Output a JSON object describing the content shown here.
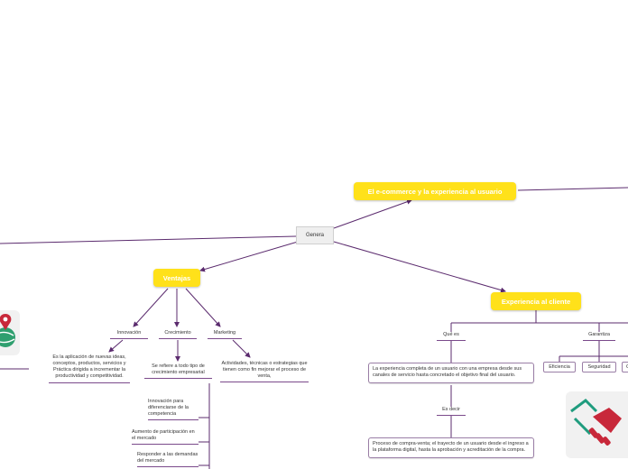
{
  "central": {
    "label": "Genera"
  },
  "title": {
    "label": "El e-commerce y la experiencia al usuario"
  },
  "ventajas": {
    "label": "Ventajas",
    "innovacion": {
      "label": "Innovación",
      "desc": "Es la aplicación de nuevas ideas, conceptos, productos, servicios y Práctica dirigida a incrementar la productividad y competitividad."
    },
    "crecimiento": {
      "label": "Crecimiento",
      "desc": "Se refiere a todo tipo de crecimiento empresarial",
      "items": [
        "Innovación para diferenciarse de la competencia",
        "Aumento de participación en el mercado",
        "Responder a las demandas del mercado"
      ]
    },
    "marketing": {
      "label": "Marketing",
      "desc": "Actividades, técnicas o estrategias que tienen como fin mejorar el proceso de venta,"
    }
  },
  "experiencia": {
    "label": "Experiencia al cliente",
    "que_es": {
      "label": "Qué es",
      "desc": "La experiencia completa de un usuario con una empresa desde sus canales de servicio hasta concretado el objetivo final del usuario.",
      "es_decir": "Es decir",
      "desc2": "Proceso de compra-venta; el trayecto de un usuario desde el ingreso a la plataforma digital, hasta la aprobación y acreditación de la compra."
    },
    "garantiza": {
      "label": "Garantiza",
      "items": [
        "Eficiencia",
        "Seguridad",
        "C"
      ]
    }
  },
  "icons": [
    "location-globe-icon",
    "handshake-icon"
  ],
  "colors": {
    "line": "#5b2b6e",
    "highlight": "#ffe11a",
    "handshake": "#c8283a"
  }
}
